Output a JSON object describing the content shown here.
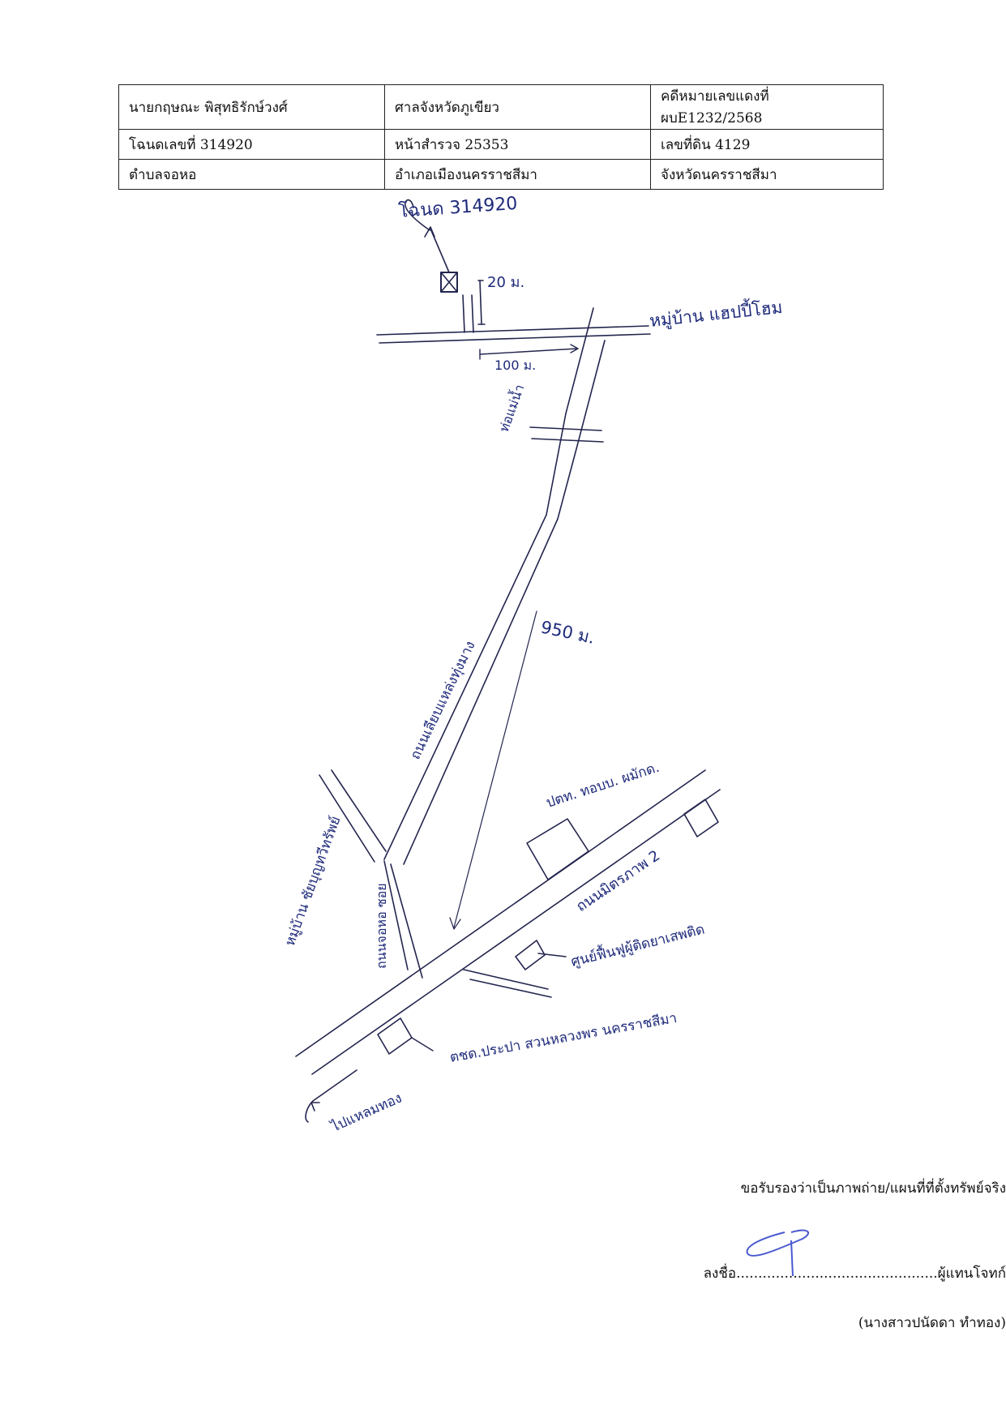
{
  "header_table": {
    "rows": [
      [
        "นายกฤษณะ พิสุทธิรักษ์วงศ์",
        "ศาลจังหวัดภูเขียว",
        "คดีหมายเลขแดงที่ ผบE1232/2568"
      ],
      [
        "โฉนดเลขที่ 314920",
        "หน้าสำรวจ 25353",
        "เลขที่ดิน 4129"
      ],
      [
        "ตำบลจอหอ",
        "อำเภอเมืองนครราชสีมา",
        "จังหวัดนครราชสีมา"
      ]
    ]
  },
  "map": {
    "labels": {
      "deed": "โฉนด 314920",
      "dist_20": "20 ม.",
      "dist_100": "100 ม.",
      "village_top": "หมู่บ้าน แฮปปี้โฮม",
      "bridge": "ท่อแม่น้ำ",
      "road_diagonal": "ถนนเลียบแหล่งทุ่งมาง",
      "dist_950": "950 ม.",
      "village_left": "หมู่บ้าน ชัยบุญทวีทรัพย์",
      "road_soi": "ถนนจอหอ ซอย",
      "office": "ปตท. ทอบบ. ผมักด.",
      "highway": "ถนนมิตรภาพ 2",
      "center": "ศูนย์ฟื้นฟูผู้ติดยาเสพติด",
      "police": "ตชด.ประปา สวนหลวงพร นครราชสีมา",
      "to_korat": "ไปแหลมทอง"
    }
  },
  "certification": {
    "statement": "ขอรับรองว่าเป็นภาพถ่าย/แผนที่ที่ตั้งทรัพย์จริง",
    "sign_prefix": "ลงชื่อ",
    "sign_dots": "..............................................",
    "sign_suffix": "ผู้แทนโจทก์",
    "name": "(นางสาวปนัดดา ทำทอง)"
  }
}
